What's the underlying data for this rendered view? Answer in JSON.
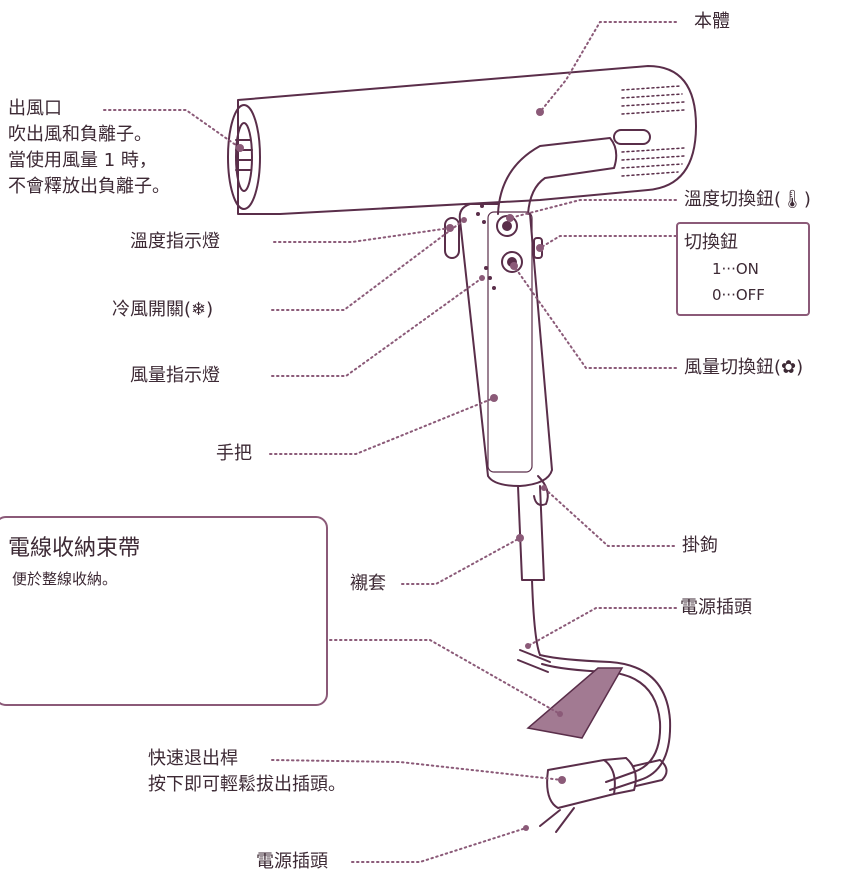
{
  "labels": {
    "body": "本體",
    "outlet": [
      "出風口",
      "吹出風和負離子。",
      "當使用風量 1 時，",
      "不會釋放出負離子。"
    ],
    "temp_button": "溫度切換鈕(🌡)",
    "temp_indicator": "溫度指示燈",
    "switch_box": {
      "title": "切換鈕",
      "on": "1···ON",
      "off": "0···OFF"
    },
    "cool_switch": "冷風開關(❄)",
    "airflow_indicator": "風量指示燈",
    "airflow_button": "風量切換鈕(✿)",
    "handle": "手把",
    "hook": "掛鉤",
    "strap_box": {
      "title": "電線收納束帶",
      "desc": "便於整線收納。"
    },
    "sleeve": "襯套",
    "plug_top": "電源插頭",
    "quick_release": [
      "快速退出桿",
      "按下即可輕鬆拔出插頭。"
    ],
    "plug_bottom": "電源插頭"
  },
  "colors": {
    "line": "#5a2e4a",
    "leader": "#8b5a78",
    "accent": "#8b5a78",
    "fill_accent": "#a27a92"
  }
}
